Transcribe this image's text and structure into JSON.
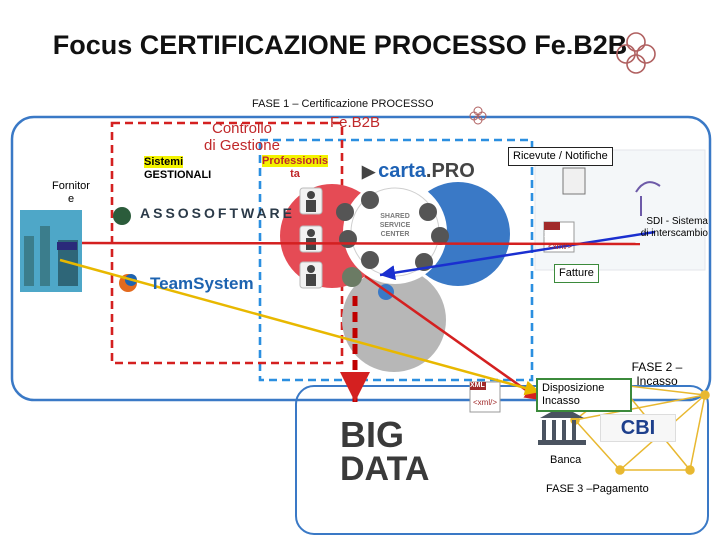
{
  "title": "Focus CERTIFICAZIONE PROCESSO Fe.B2B",
  "fase1": "FASE 1 – Certificazione PROCESSO",
  "feb2b": "Fe.B2B",
  "controllo_line1": "Controllo",
  "controllo_line2": "di Gestione",
  "sistemi_line1": "Sistemi",
  "sistemi_line2": "GESTIONALI",
  "professionista_line1": "Professionis",
  "professionista_line2": "ta",
  "fornitore_line1": "Fornitor",
  "fornitore_line2": "e",
  "carta_pro_carta": "carta",
  "carta_pro_pro": "PRO",
  "assosoftware": "ASSOSOFTWARE",
  "teamsystem": "TeamSystem",
  "ricevute": "Ricevute / Notifiche",
  "sdi_line1": "SDI - Sistema",
  "sdi_line2": "di interscambio",
  "fatture": "Fatture",
  "xml_tag": "<xml/>",
  "xml_label": "XML",
  "fase2_line1": "FASE 2 –",
  "fase2_line2": "Incasso",
  "disposizione_line1": "Disposizione",
  "disposizione_line2": "Incasso",
  "banca": "Banca",
  "cbi": "CBI",
  "fase3": "FASE 3 –Pagamento",
  "big": "BIG",
  "data": "DATA",
  "shared_center_line1": "SHARED",
  "shared_center_line2": "SERVICE",
  "shared_center_line3": "CENTER",
  "colors": {
    "blue_dash": "#2b8fe0",
    "red_dash": "#d42020",
    "panel_border": "#3a79c6",
    "yellow": "#f3f300",
    "green_border": "#3b8a3b",
    "gold_net": "#e8b830"
  }
}
